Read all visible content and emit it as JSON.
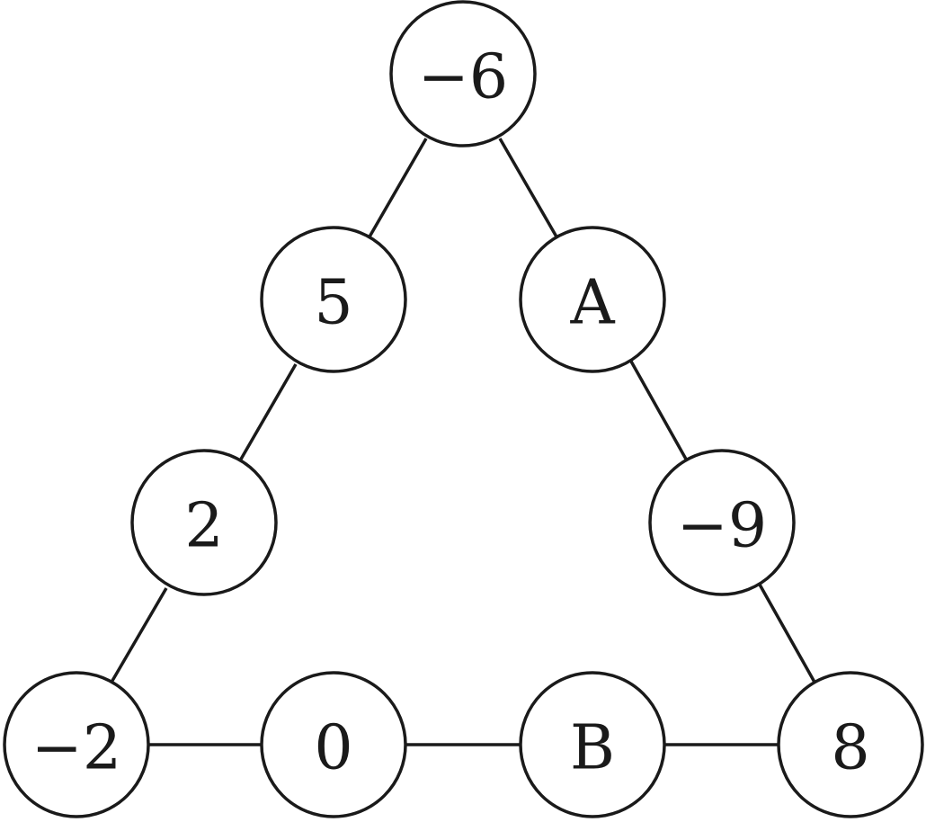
{
  "diagram": {
    "nodes": {
      "top": "−6",
      "left_upper": "5",
      "right_upper": "A",
      "left_lower": "2",
      "right_lower": "−9",
      "bottom_left": "−2",
      "bottom_mid_left": "0",
      "bottom_mid_right": "B",
      "bottom_right": "8"
    }
  }
}
